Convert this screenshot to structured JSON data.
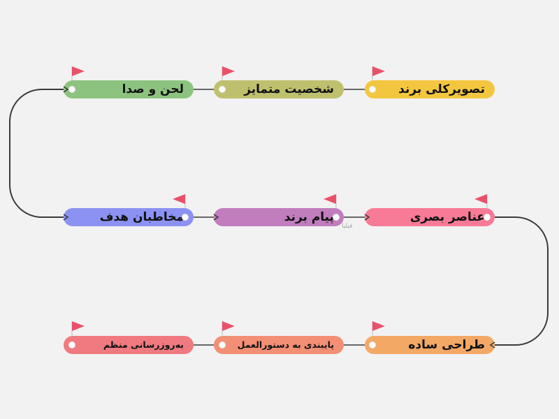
{
  "diagram": {
    "steps": [
      {
        "label": "تصویرکلی برند",
        "color": "#f3c63f"
      },
      {
        "label": "شخصیت متمایز",
        "color": "#bfc06e"
      },
      {
        "label": "لحن و صدا",
        "color": "#8cc47f"
      },
      {
        "label": "عناصر بصری",
        "color": "#f77a96"
      },
      {
        "label": "پیام برند",
        "color": "#c17dbd"
      },
      {
        "label": "مخاطبان هدف",
        "color": "#8c92f2"
      },
      {
        "label": "طراحی ساده",
        "color": "#f4a866"
      },
      {
        "label": "پایبندی به دستورالعمل",
        "color": "#f28f74"
      },
      {
        "label": "به‌روزرسانی منظم",
        "color": "#ef7a80"
      }
    ],
    "flag_color": "#e9516a",
    "line_color": "#3a3a3a",
    "watermark": "فیلیا"
  }
}
